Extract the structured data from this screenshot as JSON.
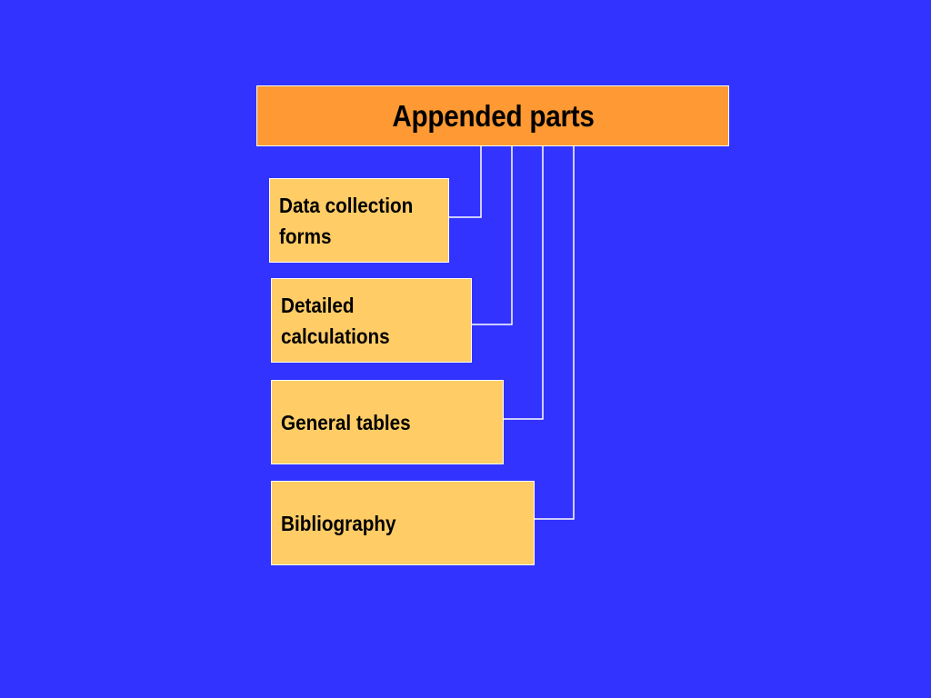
{
  "diagram": {
    "root": {
      "label": "Appended parts"
    },
    "children": [
      {
        "label": "Data collection\nforms"
      },
      {
        "label": "Detailed\ncalculations"
      },
      {
        "label": "General tables"
      },
      {
        "label": "Bibliography"
      }
    ]
  },
  "colors": {
    "background": "#3333ff",
    "root_fill": "#ff9933",
    "child_fill": "#ffcc66",
    "connector": "#ffffff"
  }
}
